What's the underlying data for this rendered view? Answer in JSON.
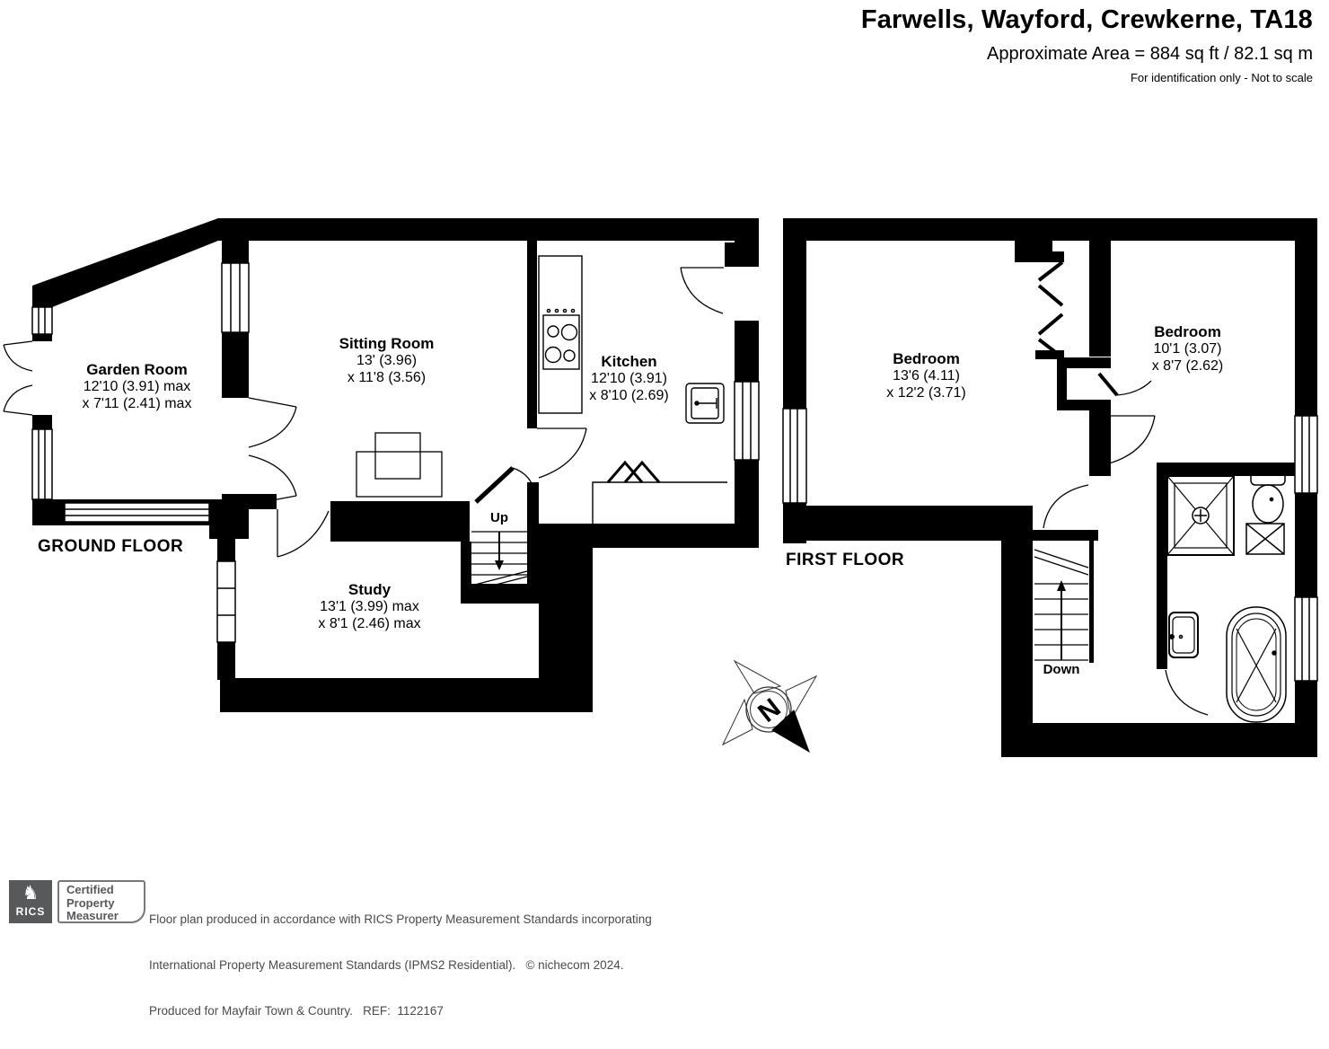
{
  "header": {
    "title": "Farwells, Wayford, Crewkerne, TA18",
    "area_line": "Approximate Area = 884 sq ft / 82.1 sq m",
    "disclaimer": "For identification only - Not to scale"
  },
  "floors": {
    "ground": {
      "label": "GROUND FLOOR",
      "up_label": "Up",
      "rooms": [
        {
          "name": "Garden Room",
          "dim1": "12'10 (3.91) max",
          "dim2": "x 7'11 (2.41) max"
        },
        {
          "name": "Sitting Room",
          "dim1": "13' (3.96)",
          "dim2": "x 11'8 (3.56)"
        },
        {
          "name": "Kitchen",
          "dim1": "12'10 (3.91)",
          "dim2": "x 8'10 (2.69)"
        },
        {
          "name": "Study",
          "dim1": "13'1 (3.99) max",
          "dim2": "x 8'1 (2.46) max"
        }
      ]
    },
    "first": {
      "label": "FIRST FLOOR",
      "down_label": "Down",
      "rooms": [
        {
          "name": "Bedroom",
          "dim1": "13'6 (4.11)",
          "dim2": "x 12'2 (3.71)"
        },
        {
          "name": "Bedroom",
          "dim1": "10'1 (3.07)",
          "dim2": "x 8'7 (2.62)"
        }
      ]
    }
  },
  "compass": {
    "north_label": "N"
  },
  "footer": {
    "logo_glyph": "♞",
    "logo_word": "RICS",
    "badge_line1": "Certified",
    "badge_line2": "Property",
    "badge_line3": "Measurer",
    "line1": "Floor plan produced in accordance with RICS Property Measurement Standards incorporating",
    "line2": "International Property Measurement Standards (IPMS2 Residential).   © nichecom 2024.",
    "line3": "Produced for Mayfair Town & Country.   REF:  1122167"
  },
  "colors": {
    "wall": "#000000",
    "footer_gray": "#58595b",
    "footer_text": "#4a4a4a"
  }
}
